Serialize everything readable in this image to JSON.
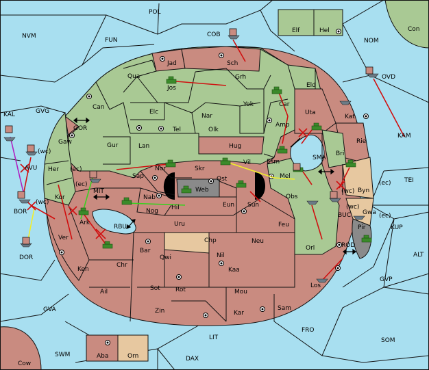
{
  "title": "",
  "colors": {
    "sea": "#a8dff0",
    "land_green": "#a9c994",
    "land_red": "#c98b80",
    "land_tan": "#e7c8a0",
    "land_dark": "#8a8a8a",
    "unit": "#3a8a2a",
    "order_arrow": "#d01010"
  },
  "sea_labels": {
    "POL": "POL",
    "NVM": "NVM",
    "FUN": "FUN",
    "COB": "COB",
    "NOM": "NOM",
    "Con": "Con",
    "OVD": "OVD",
    "KAL": "KAL",
    "GVG": "GVG",
    "GOR": "GOR",
    "MIT": "MIT",
    "RBU": "RBU",
    "SMA": "SMA",
    "KAM": "KAM",
    "TEI": "TEI",
    "BUC": "BUC",
    "KUP": "KUP",
    "ROD": "ROD",
    "ALT": "ALT",
    "GVP": "GVP",
    "GVA": "GVA",
    "FRO": "FRO",
    "SOM": "SOM",
    "LIT": "LIT",
    "SWM": "SWM",
    "DAX": "DAX",
    "BOR": "BOR",
    "DOR": "DOR",
    "AVU": "AVU"
  },
  "land_labels": {
    "Elf": "Elf",
    "Hel": "Hel",
    "Jad": "Jad",
    "Sch": "Sch",
    "Qua": "Qua",
    "Jos": "Jos",
    "Grh": "Grh",
    "Eld": "Eld",
    "Can": "Can",
    "Car": "Car",
    "Yok": "Yok",
    "Elc": "Elc",
    "Nar": "Nar",
    "Uta": "Uta",
    "Kat": "Kat",
    "Tel": "Tel",
    "Olk": "Olk",
    "Amp": "Amp",
    "Gaw": "Gaw",
    "Gur": "Gur",
    "Lan": "Lan",
    "Hug": "Hug",
    "Rie": "Rie",
    "Esm": "Esm",
    "Bri": "Bri",
    "Her": "Her",
    "Sap": "Sap",
    "Nor": "Nor",
    "Skr": "Skr",
    "Vil": "Vil",
    "Web": "Web",
    "Ost": "Ost",
    "Mel": "Mel",
    "Byn": "Byn",
    "Kor": "Kor",
    "Nab": "Nab",
    "Eun": "Eun",
    "Sun": "Sun",
    "Obs": "Obs",
    "Gwa": "Gwa",
    "Nog": "Nog",
    "Hil": "Hil",
    "Ark": "Ark",
    "Uru": "Uru",
    "Feu": "Feu",
    "Pir": "Pir",
    "Ver": "Ver",
    "Chp": "Chp",
    "Neu": "Neu",
    "Bar": "Bar",
    "Qwi": "Qwi",
    "Orl": "Orl",
    "Ken": "Ken",
    "Chr": "Chr",
    "Nil": "Nil",
    "Kaa": "Kaa",
    "Los": "Los",
    "Ail": "Ail",
    "Sot": "Sot",
    "Rot": "Rot",
    "Mou": "Mou",
    "Zin": "Zin",
    "Kar": "Kar",
    "Sam": "Sam",
    "Aba": "Aba",
    "Orn": "Orn",
    "Cow": "Cow"
  },
  "coast_tags": {
    "wc_avu": "(wc)",
    "ec_her": "(ec)",
    "ec_kor": "(ec)",
    "wc_bor": "(wc)",
    "ec_byn": "(ec)",
    "wc_buc": "(wc)",
    "wc_gwa": "(wc)",
    "ec_gwa": "(ec)"
  },
  "units": [
    {
      "province": "Jos",
      "type": "army"
    },
    {
      "province": "Car",
      "type": "army"
    },
    {
      "province": "Amp",
      "type": "army"
    },
    {
      "province": "Esm",
      "type": "army"
    },
    {
      "province": "Kat",
      "type": "fleet"
    },
    {
      "province": "Nor",
      "type": "army"
    },
    {
      "province": "Vil",
      "type": "army"
    },
    {
      "province": "Hil",
      "type": "army"
    },
    {
      "province": "Nab",
      "type": "army"
    },
    {
      "province": "Sun",
      "type": "army"
    },
    {
      "province": "Mel",
      "type": "army"
    },
    {
      "province": "Bri",
      "type": "army"
    },
    {
      "province": "Obs",
      "type": "fleet"
    },
    {
      "province": "Pir",
      "type": "army"
    },
    {
      "province": "Ark",
      "type": "army"
    },
    {
      "province": "Chr",
      "type": "army"
    },
    {
      "province": "Los",
      "type": "fleet"
    },
    {
      "province": "BOR",
      "type": "fleet"
    },
    {
      "province": "KAL",
      "type": "fleet"
    },
    {
      "province": "AVU",
      "type": "fleet"
    },
    {
      "province": "DOR",
      "type": "fleet"
    },
    {
      "province": "COB",
      "type": "fleet"
    },
    {
      "province": "OVD",
      "type": "fleet"
    },
    {
      "province": "MIT",
      "type": "fleet"
    },
    {
      "province": "BUC",
      "type": "fleet"
    },
    {
      "province": "Gwa",
      "type": "fleet"
    }
  ]
}
